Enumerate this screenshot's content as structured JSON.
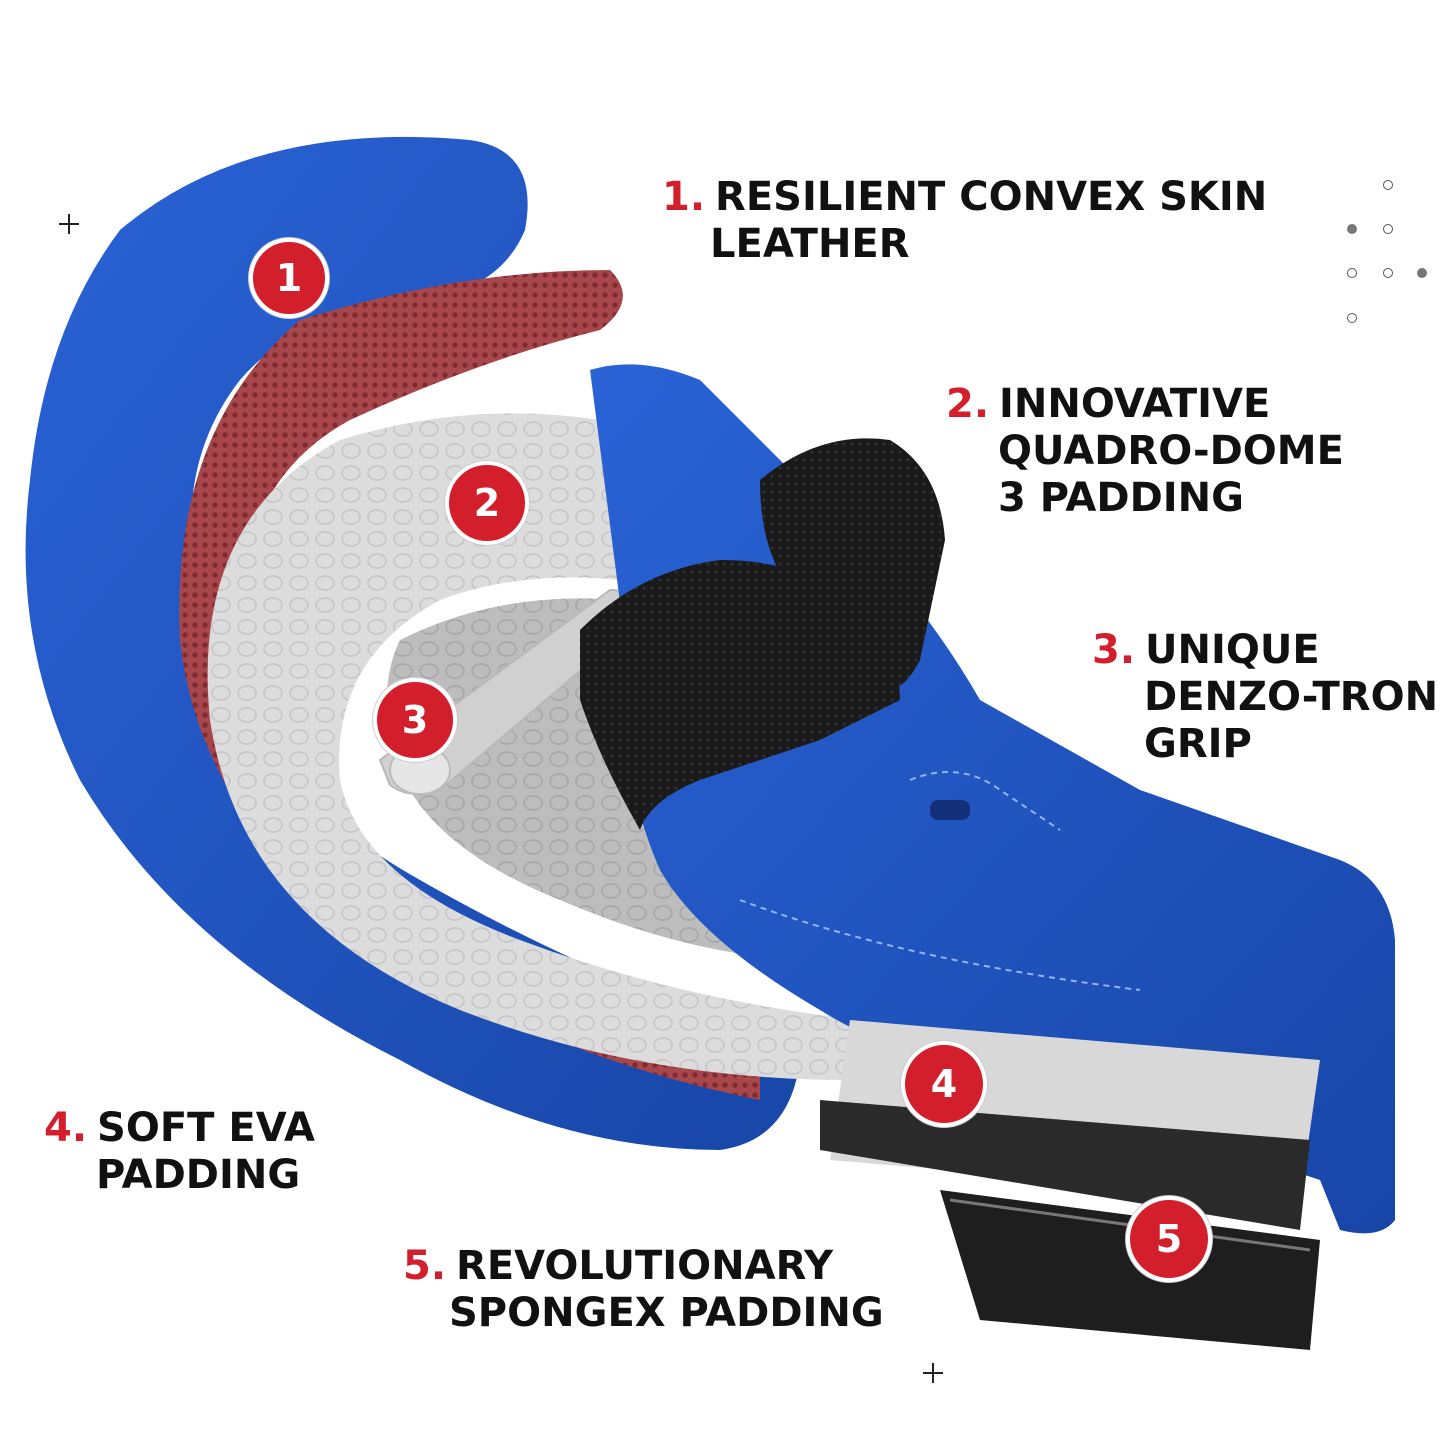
{
  "colors": {
    "accent_red": "#d21f2b",
    "glove_blue": "#1f57c9",
    "foam_grey": "#d9d9d9",
    "liner_red": "#9a3a3e"
  },
  "features": [
    {
      "number": "1.",
      "line1": "RESILIENT CONVEX SKIN",
      "line2": "LEATHER",
      "badge": "1"
    },
    {
      "number": "2.",
      "line1": "INNOVATIVE",
      "line2": "QUADRO-DOME",
      "line3": "3 PADDING",
      "badge": "2"
    },
    {
      "number": "3.",
      "line1": "UNIQUE",
      "line2": "DENZO-TRON",
      "line3": "GRIP",
      "badge": "3"
    },
    {
      "number": "4.",
      "line1": "SOFT EVA",
      "line2": "PADDING",
      "badge": "4"
    },
    {
      "number": "5.",
      "line1": "REVOLUTIONARY",
      "line2": "SPONGEX PADDING",
      "badge": "5"
    }
  ]
}
